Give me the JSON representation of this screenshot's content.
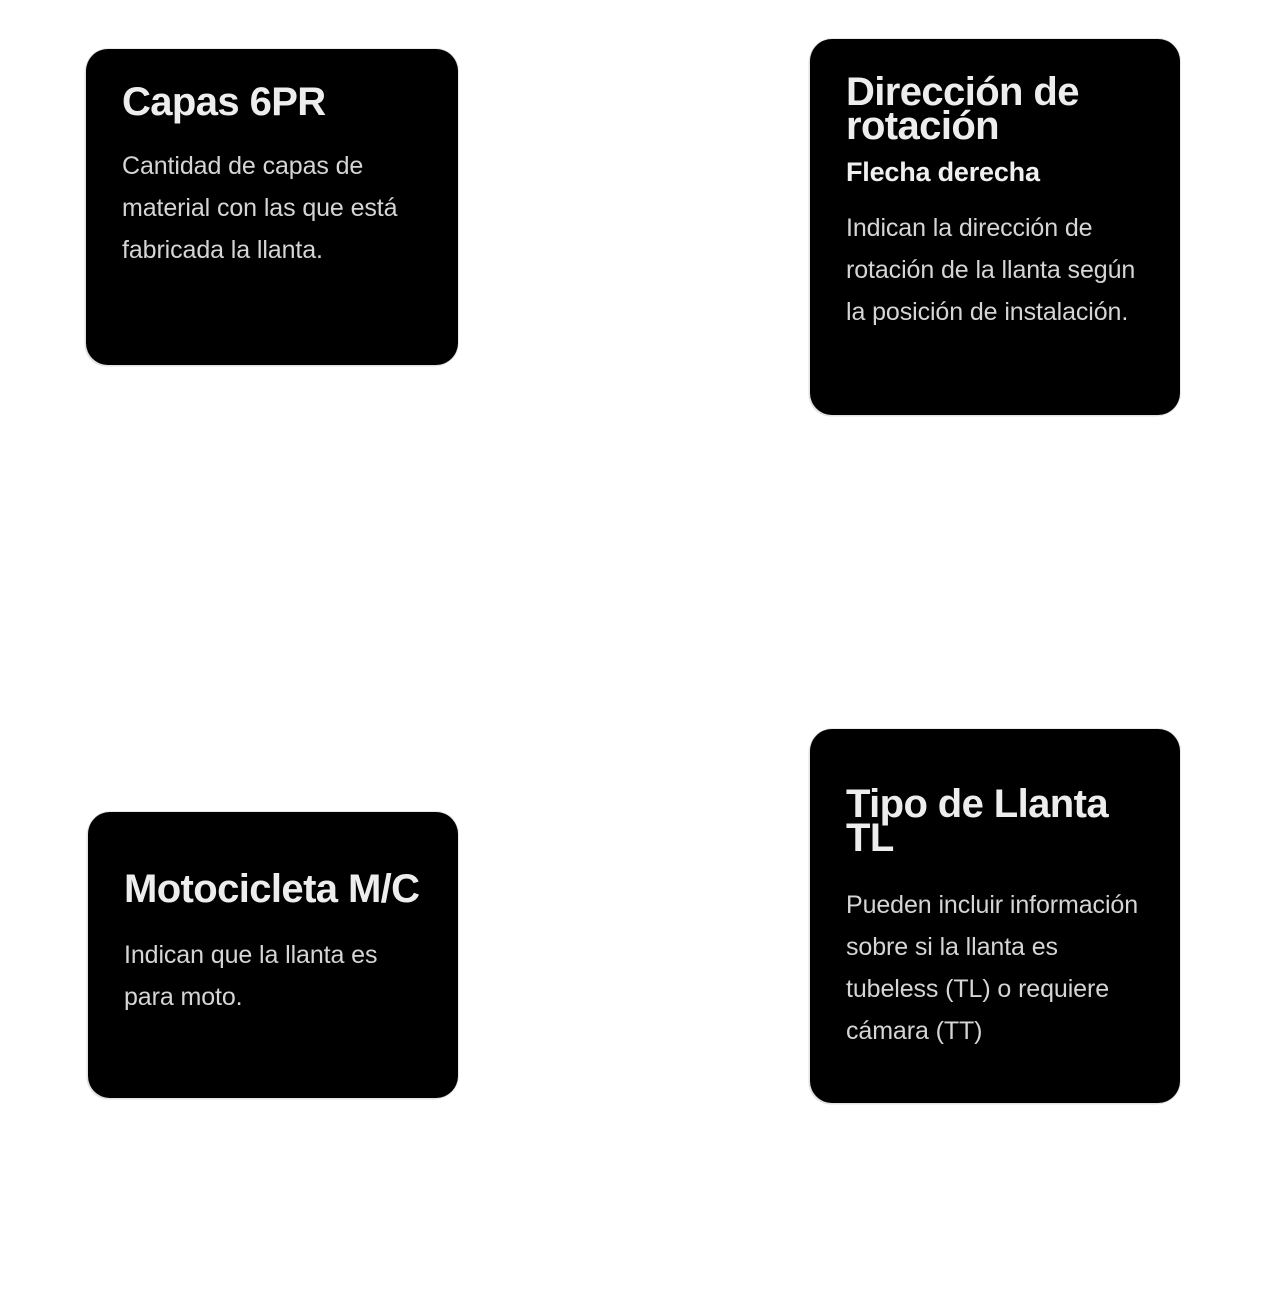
{
  "page": {
    "background_color": "#ffffff",
    "card_background_color": "#000000",
    "title_color": "#ededed",
    "body_color": "#d5d5d5",
    "card_outline_color": "#e2e2e2"
  },
  "cards": [
    {
      "id": "capas",
      "title": "Capas 6PR",
      "subtitle": "",
      "body": "Cantidad de capas de material con las que está fabricada la llanta."
    },
    {
      "id": "direccion",
      "title": "Dirección de rotación",
      "subtitle": "Flecha derecha",
      "body": "Indican la dirección de rotación de la llanta según la posición de instalación."
    },
    {
      "id": "motocicleta",
      "title": "Motocicleta M/C",
      "subtitle": "",
      "body": "Indican que la llanta es para moto."
    },
    {
      "id": "tipollanta",
      "title": "Tipo de Llanta TL",
      "subtitle": "",
      "body": "Pueden incluir información sobre si la llanta es tubeless (TL) o requiere cámara (TT)"
    }
  ]
}
